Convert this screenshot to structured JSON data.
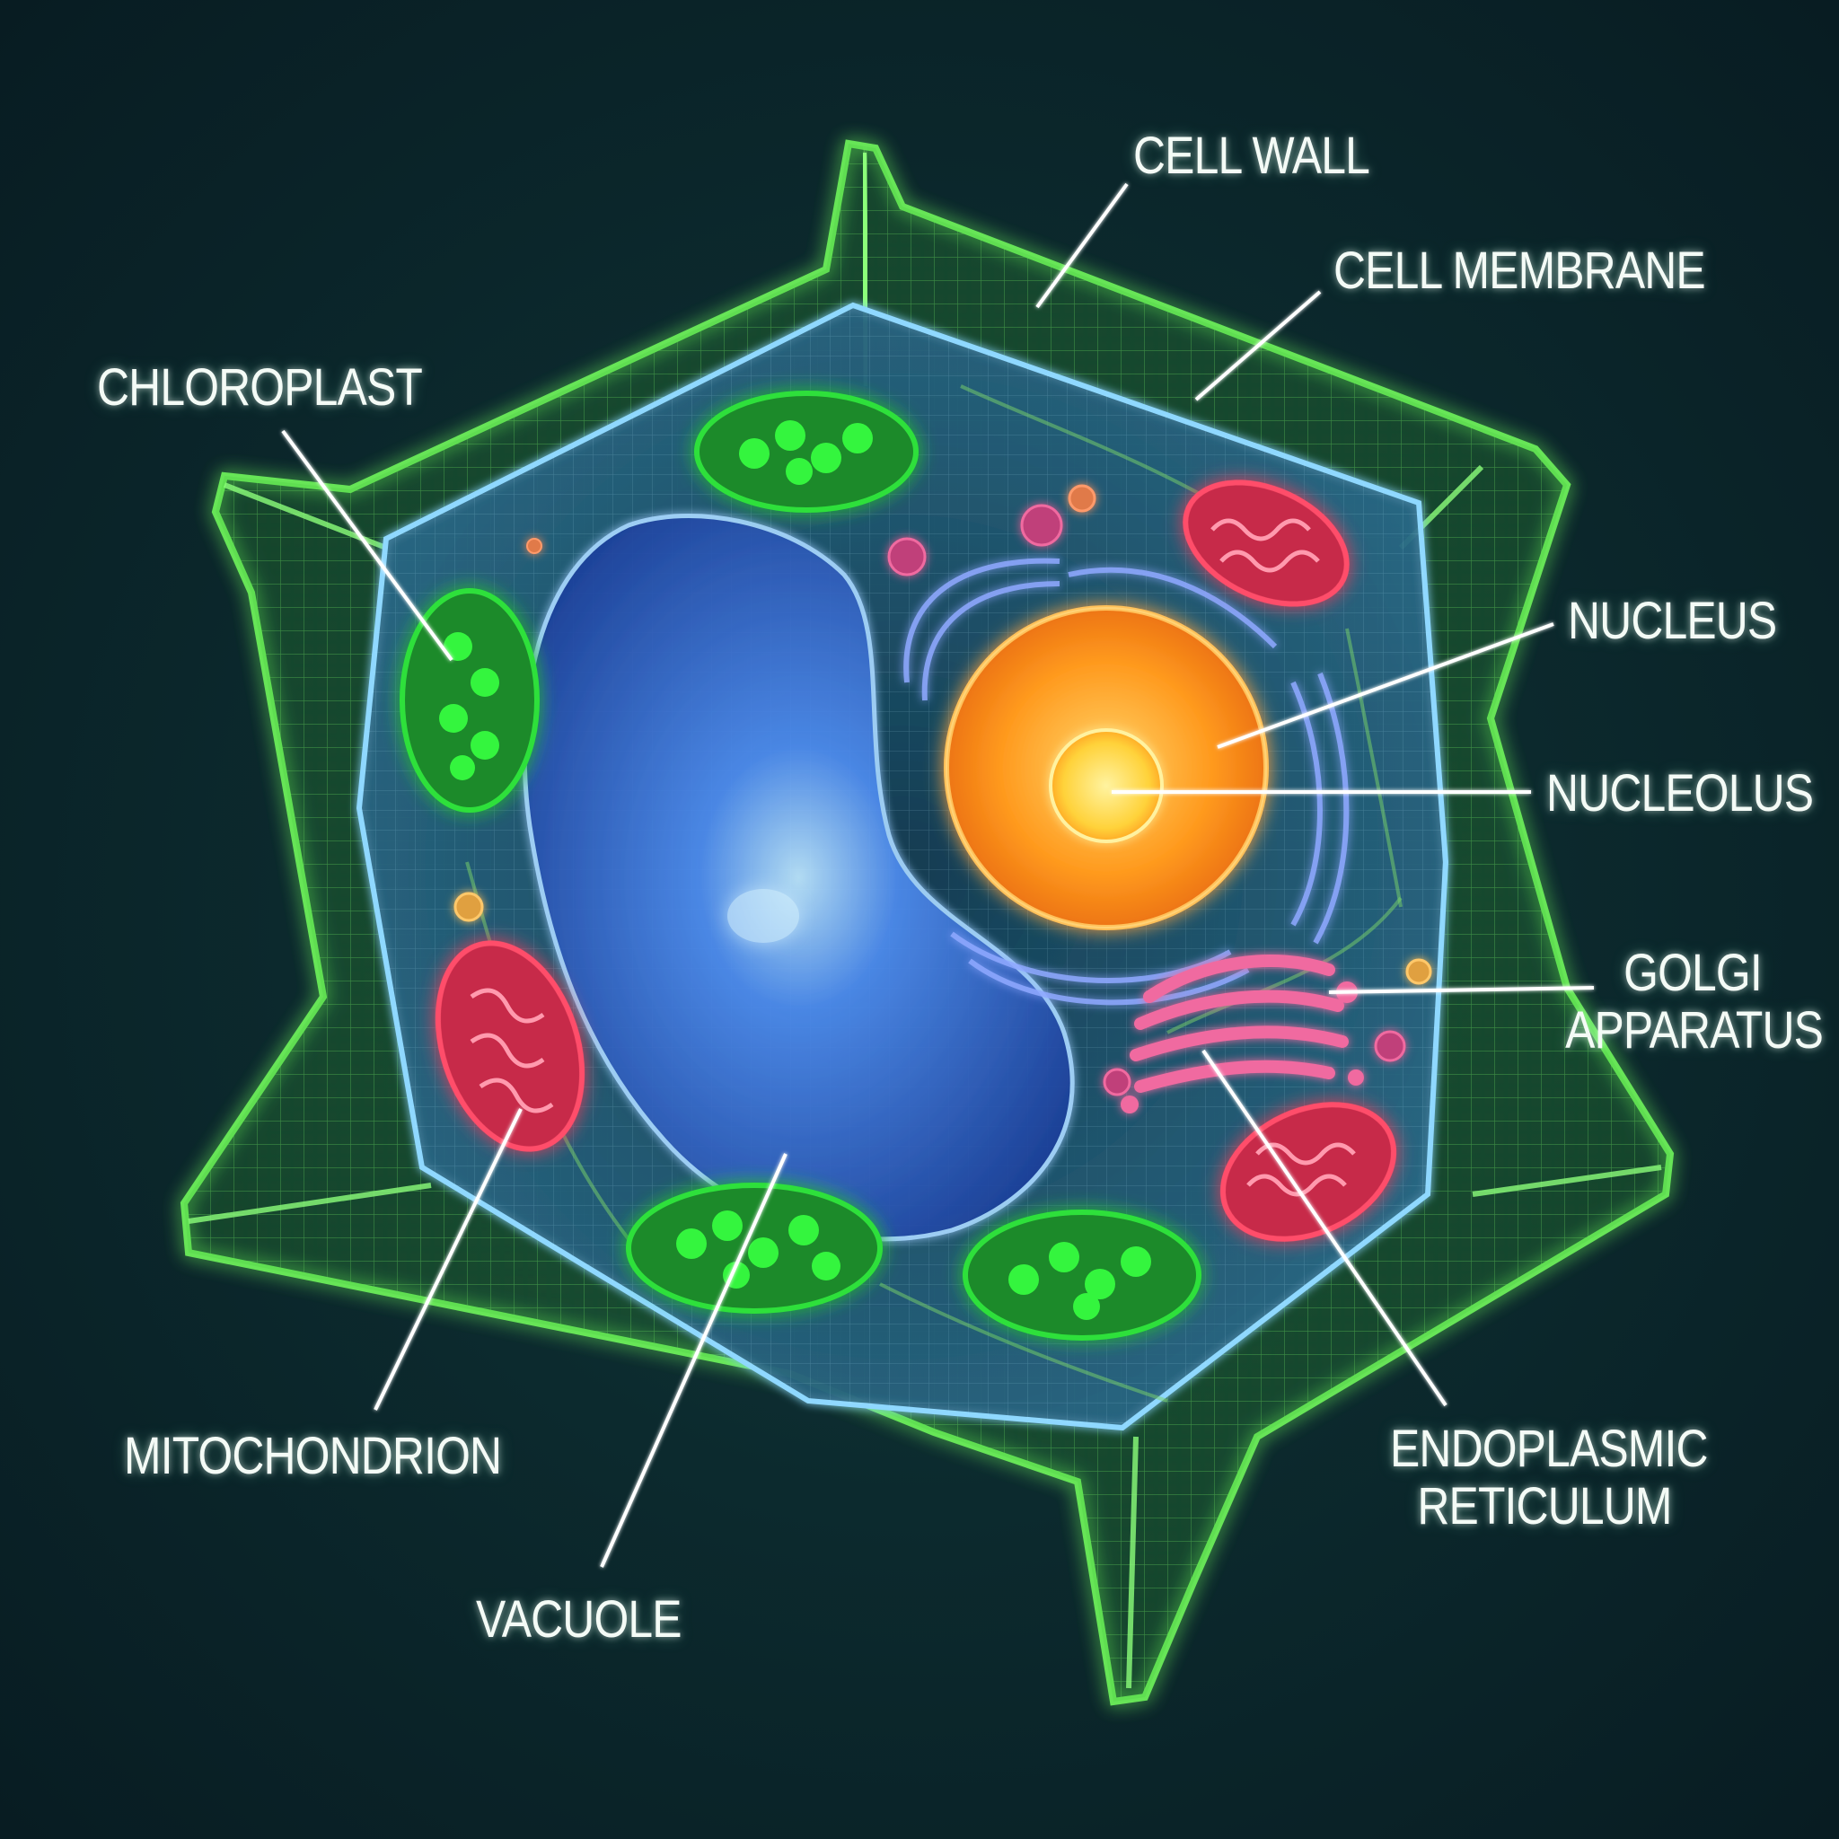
{
  "labels": {
    "cell_wall": "CELL WALL",
    "cell_membrane": "CELL MEMBRANE",
    "chloroplast": "CHLOROPLAST",
    "nucleus": "NUCLEUS",
    "nucleolus": "NUCLEOLUS",
    "golgi_apparatus": "GOLGI\nAPPARATUS",
    "mitochondrion": "MITOCHONDRION",
    "endoplasmic_reticulum": "ENDOPLASMIC\nRETICULUM",
    "vacuole": "VACUOLE"
  },
  "colors": {
    "background": "#0a2228",
    "cell_wall": "#6cf05a",
    "cell_membrane": "#8fd8ff",
    "chloroplast": "#2fe03a",
    "vacuole": "#4f8df0",
    "nucleus": "#ff9a1e",
    "nucleolus": "#ffd23a",
    "mitochondrion": "#ff4d6a",
    "golgi": "#f06aa0",
    "er": "#8ea8ff",
    "label_text": "#f4fbf6",
    "leader_line": "#ffffff"
  }
}
